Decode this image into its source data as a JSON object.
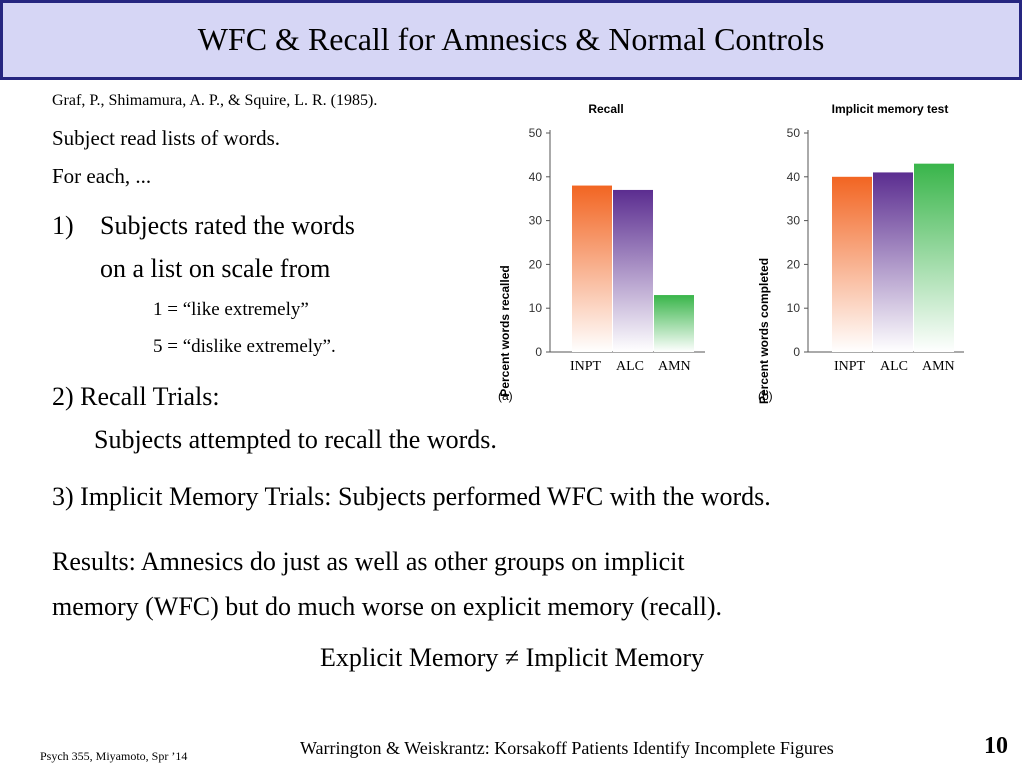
{
  "title": "WFC & Recall for Amnesics & Normal Controls",
  "citation": "Graf, P., Shimamura, A. P., & Squire, L. R. (1985).",
  "intro": [
    "Subject read lists of words.",
    "For each, ..."
  ],
  "item1": {
    "num": "1)",
    "line1": "Subjects rated the words",
    "line2": "on a list on scale from",
    "scale1": "1 = “like extremely”",
    "scale5": "5 = “dislike extremely”."
  },
  "item2": {
    "heading": "2)  Recall Trials:",
    "detail": "Subjects attempted to recall the words."
  },
  "item3": "3)  Implicit Memory Trials:  Subjects performed WFC with the words.",
  "results": [
    "Results:  Amnesics do just as well as other groups on implicit",
    "memory (WFC) but do much worse on explicit memory (recall)."
  ],
  "conclusion": "Explicit Memory  ≠  Implicit Memory",
  "footer": {
    "course": "Psych 355, Miyamoto, Spr ’14",
    "next": "Warrington & Weiskrantz:  Korsakoff Patients Identify Incomplete Figures",
    "page": "10"
  },
  "chart_data": [
    {
      "type": "bar",
      "title": "Recall",
      "panel": "(a)",
      "categories": [
        "INPT",
        "ALC",
        "AMN"
      ],
      "values": [
        38,
        37,
        13
      ],
      "ylabel": "Percent words recalled",
      "ylim": [
        0,
        50
      ],
      "yticks": [
        0,
        10,
        20,
        30,
        40,
        50
      ],
      "grid": false,
      "colors": [
        "#f26522",
        "#5b2d90",
        "#39b54a"
      ]
    },
    {
      "type": "bar",
      "title": "Implicit memory test",
      "panel": "(b)",
      "categories": [
        "INPT",
        "ALC",
        "AMN"
      ],
      "values": [
        40,
        41,
        43
      ],
      "ylabel": "Percent words completed",
      "ylim": [
        0,
        50
      ],
      "yticks": [
        0,
        10,
        20,
        30,
        40,
        50
      ],
      "grid": false,
      "colors": [
        "#f26522",
        "#5b2d90",
        "#39b54a"
      ]
    }
  ]
}
